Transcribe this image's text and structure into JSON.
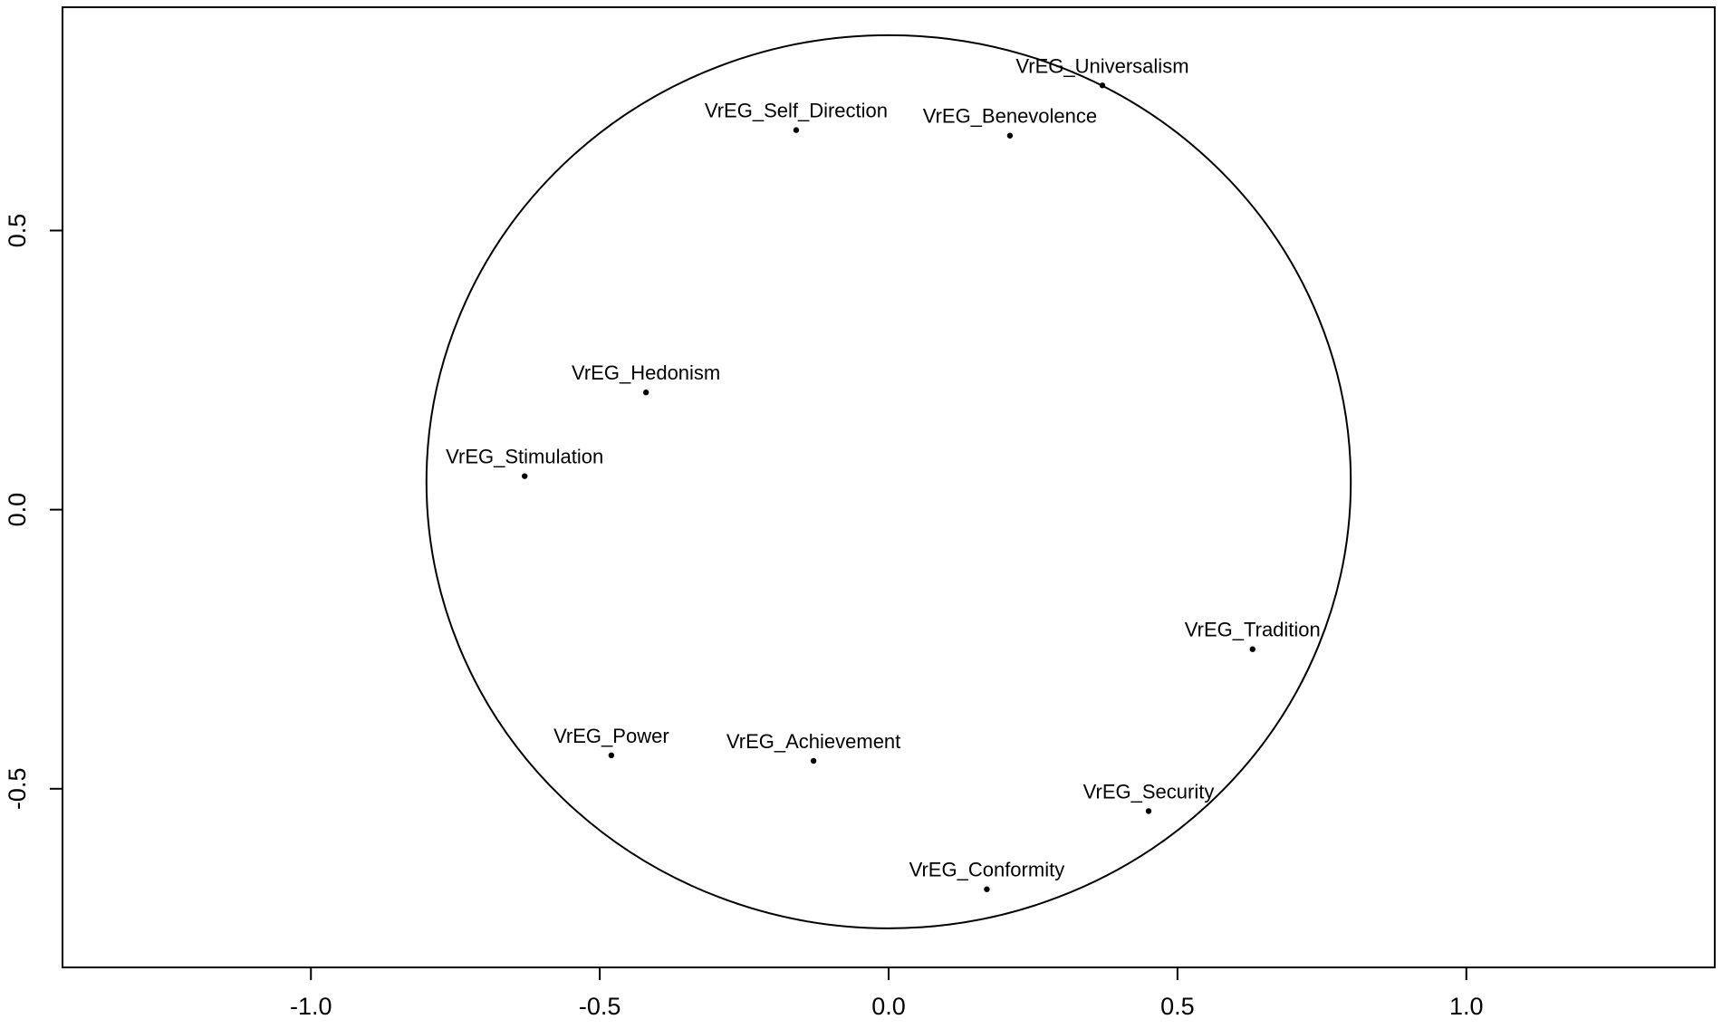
{
  "chart_data": {
    "type": "scatter",
    "title": "",
    "xlabel": "",
    "ylabel": "",
    "xlim": [
      -1.43,
      1.43
    ],
    "ylim": [
      -0.82,
      0.9
    ],
    "grid": false,
    "x_ticks": [
      {
        "value": -1.0,
        "label": "-1.0"
      },
      {
        "value": -0.5,
        "label": "-0.5"
      },
      {
        "value": 0.0,
        "label": "0.0"
      },
      {
        "value": 0.5,
        "label": "0.5"
      },
      {
        "value": 1.0,
        "label": "1.0"
      }
    ],
    "y_ticks": [
      {
        "value": -0.5,
        "label": "-0.5"
      },
      {
        "value": 0.0,
        "label": "0.0"
      },
      {
        "value": 0.5,
        "label": "0.5"
      }
    ],
    "circle": {
      "center_x": 0.0,
      "center_y": 0.05,
      "radius_x": 0.8,
      "radius_y": 0.8
    },
    "points": [
      {
        "label": "VrEG_Universalism",
        "x": 0.37,
        "y": 0.76
      },
      {
        "label": "VrEG_Self_Direction",
        "x": -0.16,
        "y": 0.68
      },
      {
        "label": "VrEG_Benevolence",
        "x": 0.21,
        "y": 0.67
      },
      {
        "label": "VrEG_Hedonism",
        "x": -0.42,
        "y": 0.21
      },
      {
        "label": "VrEG_Stimulation",
        "x": -0.63,
        "y": 0.06
      },
      {
        "label": "VrEG_Tradition",
        "x": 0.63,
        "y": -0.25
      },
      {
        "label": "VrEG_Power",
        "x": -0.48,
        "y": -0.44
      },
      {
        "label": "VrEG_Achievement",
        "x": -0.13,
        "y": -0.45
      },
      {
        "label": "VrEG_Security",
        "x": 0.45,
        "y": -0.54
      },
      {
        "label": "VrEG_Conformity",
        "x": 0.17,
        "y": -0.68
      }
    ]
  }
}
